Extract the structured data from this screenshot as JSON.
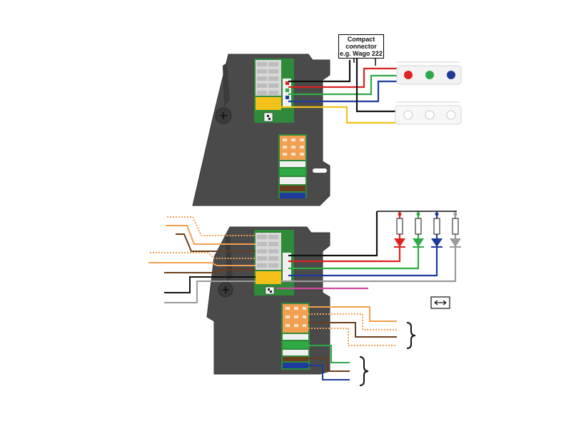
{
  "callout": {
    "line1": "Compact",
    "line2": "connector",
    "line3": "e.g. Wago 222"
  },
  "colors": {
    "housing": "#4a4a4a",
    "board": "#2f8a3a",
    "wire_black": "#111111",
    "wire_red": "#d9231f",
    "wire_green": "#2faa45",
    "wire_blue": "#1d3b9c",
    "wire_yellow": "#f2c21a",
    "wire_orange": "#f0a050",
    "wire_brown": "#6b3d1c",
    "wire_grey": "#9a9a9a",
    "wire_pink": "#d04aa0"
  },
  "led_strips": {
    "rgb_strip_led_colors": [
      "#e02424",
      "#2fa84a",
      "#1f3a9a"
    ]
  },
  "leds": {
    "colors": [
      "#d9231f",
      "#2faa45",
      "#1d3b9c",
      "#9a9a9a"
    ]
  },
  "icons": {
    "screw": "plus-screw-icon",
    "switch": "bidirectional-arrow-icon",
    "brace": "curly-brace-icon"
  }
}
